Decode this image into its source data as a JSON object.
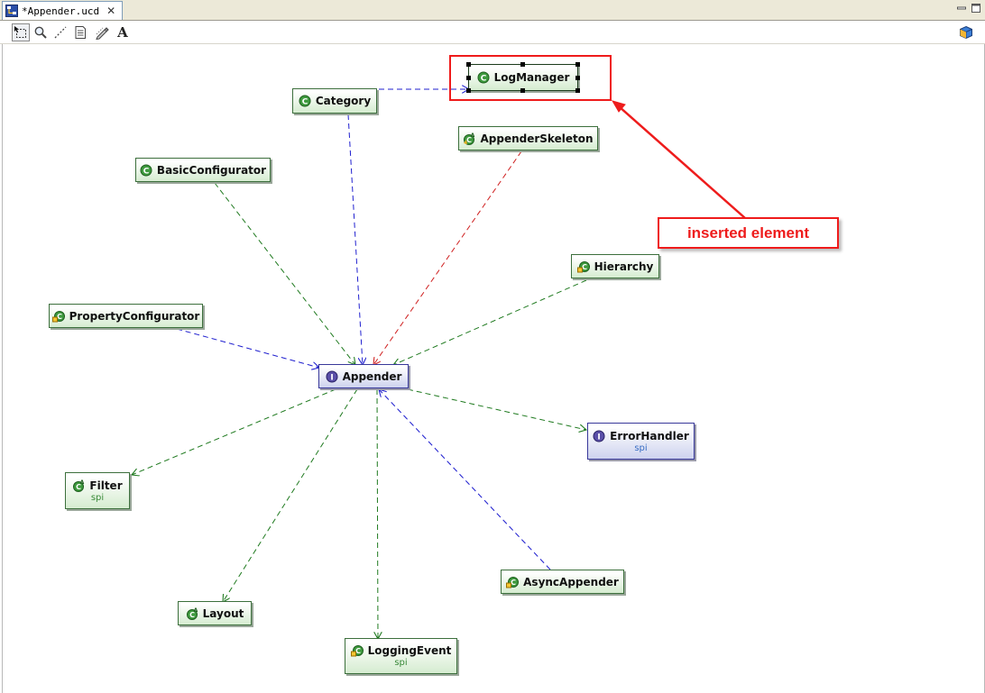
{
  "editor_tab": {
    "title": "*Appender.ucd",
    "close_glyph": "✕",
    "icon": "uml-diagram-icon"
  },
  "window_controls": [
    "minimize-icon",
    "maximize-icon"
  ],
  "toolbar": {
    "tools": [
      {
        "name": "select-tool",
        "icon": "marquee-select-icon",
        "active": true
      },
      {
        "name": "zoom-tool",
        "icon": "magnifier-icon",
        "active": false
      },
      {
        "name": "connection-tool",
        "icon": "dashed-line-icon",
        "active": false
      },
      {
        "name": "note-tool",
        "icon": "note-icon",
        "active": false
      },
      {
        "name": "pen-tool",
        "icon": "pen-icon",
        "active": false
      },
      {
        "name": "text-tool",
        "icon": "text-a-icon",
        "label": "A",
        "active": false
      }
    ],
    "right_icon": "package-cube-icon"
  },
  "diagram": {
    "nodes": [
      {
        "id": "logmanager",
        "name": "LogManager",
        "kind": "class",
        "package": "",
        "selected": true
      },
      {
        "id": "category",
        "name": "Category",
        "kind": "class",
        "package": ""
      },
      {
        "id": "appenderskeleton",
        "name": "AppenderSkeleton",
        "kind": "abstract",
        "package": ""
      },
      {
        "id": "basicconfigurator",
        "name": "BasicConfigurator",
        "kind": "class",
        "package": ""
      },
      {
        "id": "hierarchy",
        "name": "Hierarchy",
        "kind": "restricted",
        "package": ""
      },
      {
        "id": "propertyconfigurator",
        "name": "PropertyConfigurator",
        "kind": "restricted",
        "package": ""
      },
      {
        "id": "appender",
        "name": "Appender",
        "kind": "interface",
        "package": ""
      },
      {
        "id": "errorhandler",
        "name": "ErrorHandler",
        "kind": "interface",
        "package": "spi"
      },
      {
        "id": "filter",
        "name": "Filter",
        "kind": "abstract",
        "package": "spi"
      },
      {
        "id": "asyncappender",
        "name": "AsyncAppender",
        "kind": "restricted",
        "package": ""
      },
      {
        "id": "layout",
        "name": "Layout",
        "kind": "abstract",
        "package": ""
      },
      {
        "id": "loggingevent",
        "name": "LoggingEvent",
        "kind": "restricted",
        "package": "spi"
      }
    ],
    "edge_colors": {
      "blue": "#1f1fcf",
      "green": "#1f7a1f",
      "red": "#cf1f1f"
    }
  },
  "annotation": {
    "callout_text": "inserted element",
    "color": "#ee1c1c"
  }
}
